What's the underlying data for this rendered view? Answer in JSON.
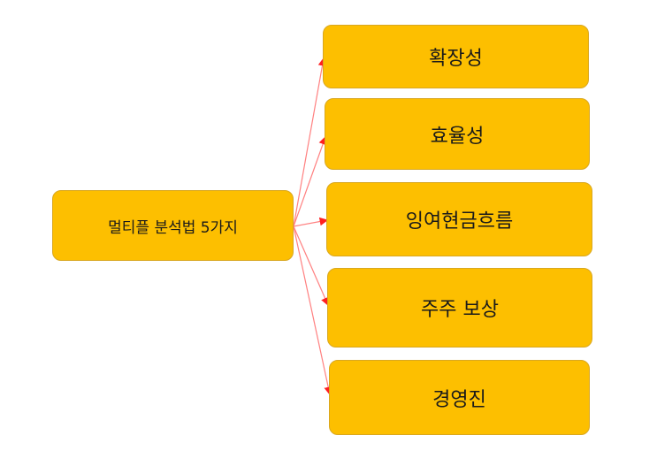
{
  "root": {
    "label": "멀티플 분석법 5가지"
  },
  "children": [
    {
      "label": "확장성"
    },
    {
      "label": "효율성"
    },
    {
      "label": "잉여현금흐름"
    },
    {
      "label": "주주 보상"
    },
    {
      "label": "경영진"
    }
  ],
  "colors": {
    "node": "#fdbf00",
    "arrow": "#ff5a5a"
  }
}
